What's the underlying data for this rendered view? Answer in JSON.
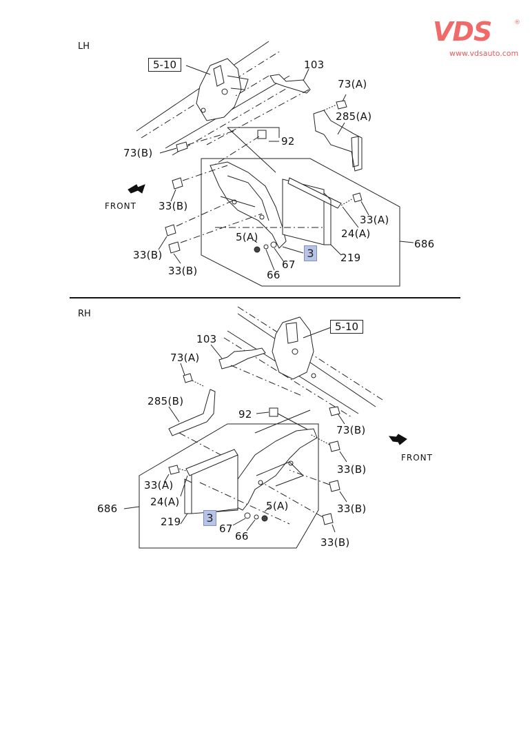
{
  "brand": {
    "logo_text": "VDS",
    "registered_mark": "®",
    "url": "www.vdsauto.com",
    "color": "#f06a6a"
  },
  "highlight_color": "#b7c4e6",
  "sections": [
    {
      "title": "LH",
      "reference_box": "5-10",
      "front_label": "FRONT",
      "callouts": {
        "c103": "103",
        "c73a": "73(A)",
        "c285a": "285(A)",
        "c92": "92",
        "c73b": "73(B)",
        "c33b_1": "33(B)",
        "c33b_2": "33(B)",
        "c33b_3": "33(B)",
        "c33a": "33(A)",
        "c24a": "24(A)",
        "c5a": "5(A)",
        "c67": "67",
        "c66": "66",
        "c3": "3",
        "c219": "219",
        "c686": "686"
      }
    },
    {
      "title": "RH",
      "reference_box": "5-10",
      "front_label": "FRONT",
      "callouts": {
        "c103": "103",
        "c73a": "73(A)",
        "c285b": "285(B)",
        "c92": "92",
        "c73b": "73(B)",
        "c33b_1": "33(B)",
        "c33b_2": "33(B)",
        "c33b_3": "33(B)",
        "c33a": "33(A)",
        "c24a": "24(A)",
        "c686": "686",
        "c219": "219",
        "c3": "3",
        "c67": "67",
        "c66": "66",
        "c5a": "5(A)"
      }
    }
  ]
}
